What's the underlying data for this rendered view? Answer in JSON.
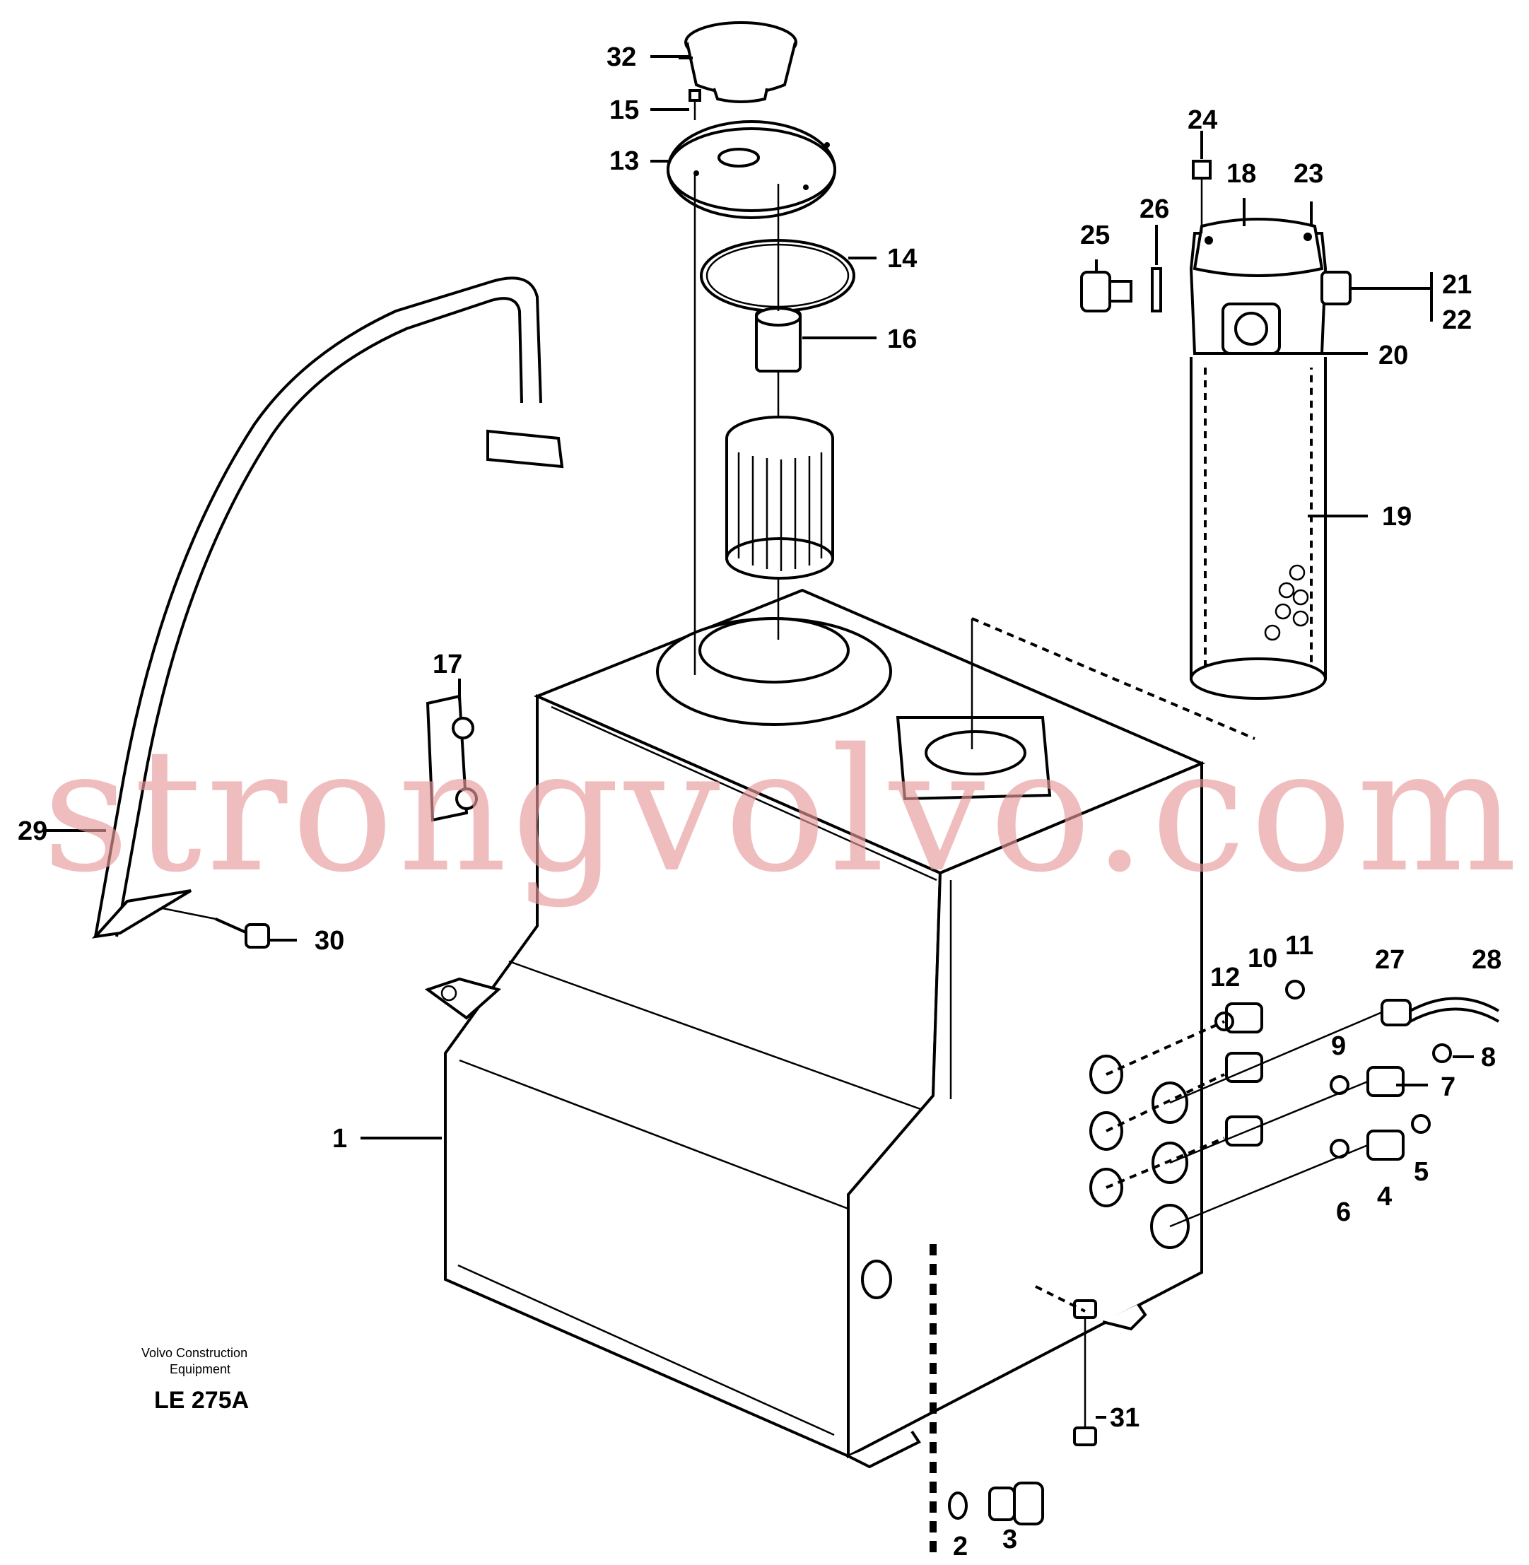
{
  "callouts": [
    "1",
    "2",
    "3",
    "4",
    "5",
    "6",
    "7",
    "8",
    "9",
    "10",
    "11",
    "12",
    "13",
    "14",
    "15",
    "16",
    "17",
    "18",
    "19",
    "20",
    "21",
    "22",
    "23",
    "24",
    "25",
    "26",
    "27",
    "28",
    "29",
    "30",
    "31",
    "32"
  ],
  "caption": {
    "company_line1": "Volvo Construction",
    "company_line2": "Equipment",
    "drawing_code": "LE 275A"
  },
  "watermark": "strongvolvo.com"
}
